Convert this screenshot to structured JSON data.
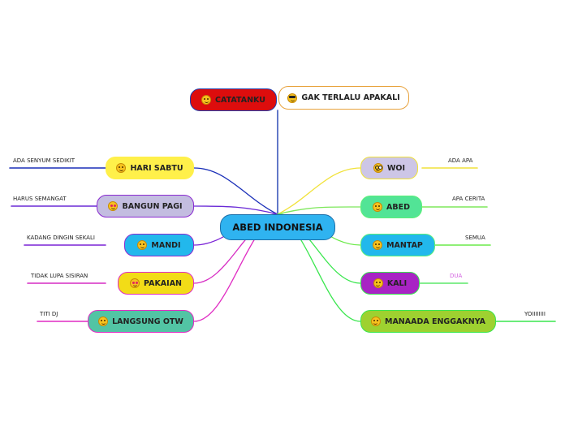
{
  "root": {
    "label": "ABED INDONESIA",
    "color": "#2fb3f0",
    "border": "#1c6ea8"
  },
  "top_nodes": [
    {
      "id": "catatanku",
      "label": "CATATANKU",
      "icon": "emoji-icon",
      "fill": "#dd0d0d",
      "border": "#1f3fb0",
      "line": "#1f3fb0"
    },
    {
      "id": "gak-terlalu-apakali",
      "label": "GAK TERLALU APAKALI",
      "icon": "cool-emoji-icon",
      "fill": "#ffffff",
      "border": "#e8a23c",
      "line": "#1f3fb0"
    }
  ],
  "left_branches": [
    {
      "id": "hari-sabtu",
      "label": "HARI SABTU",
      "icon": "grin-emoji-icon",
      "fill": "#fff04a",
      "border": "#fff04a",
      "line": "#1a2fb8",
      "leaf": "ADA SENYUM SEDIKIT"
    },
    {
      "id": "bangun-pagi",
      "label": "BANGUN PAGI",
      "icon": "heart-eyes-emoji-icon",
      "fill": "#c3bde0",
      "border": "#8a2ad0",
      "line": "#6a2ad6",
      "leaf": "HARUS SEMANGAT"
    },
    {
      "id": "mandi",
      "label": "MANDI",
      "icon": "wink-emoji-icon",
      "fill": "#22b8ec",
      "border": "#8a2ad0",
      "line": "#7a22d6",
      "leaf": "KADANG DINGIN SEKALI"
    },
    {
      "id": "pakaian",
      "label": "PAKAIAN",
      "icon": "star-eyes-emoji-icon",
      "fill": "#f2dc17",
      "border": "#e02cc3",
      "line": "#d62cc3",
      "leaf": "TIDAK LUPA SISIRAN"
    },
    {
      "id": "langsung-otw",
      "label": "LANGSUNG OTW",
      "icon": "squint-emoji-icon",
      "fill": "#52c4a4",
      "border": "#e02cc3",
      "line": "#e02cc3",
      "leaf": "TITI DJ"
    }
  ],
  "right_branches": [
    {
      "id": "woi",
      "label": "WOI",
      "icon": "nerd-emoji-icon",
      "fill": "#cdc6e6",
      "border": "#f1e23a",
      "line": "#f1e23a",
      "leaf": "ADA APA"
    },
    {
      "id": "abed",
      "label": "ABED",
      "icon": "relieved-emoji-icon",
      "fill": "#52e496",
      "border": "#5cf078",
      "line": "#7ee85c",
      "leaf": "APA CERITA"
    },
    {
      "id": "mantap",
      "label": "MANTAP",
      "icon": "kiss-emoji-icon",
      "fill": "#22b8ec",
      "border": "#5cf078",
      "line": "#6aea48",
      "leaf": "SEMUA"
    },
    {
      "id": "kali",
      "label": "KALI",
      "icon": "hug-emoji-icon",
      "fill": "#a824c4",
      "border": "#3ae64e",
      "line": "#3ae64e",
      "leaf": "DUA"
    },
    {
      "id": "manaada-enggaknya",
      "label": "MANAADA ENGGAKNYA",
      "icon": "tongue-emoji-icon",
      "fill": "#9ed130",
      "border": "#3ae64e",
      "line": "#3ae64e",
      "leaf": "YOIIIIIIII"
    }
  ],
  "colors": {
    "kali_leaf_text": "#d35fe0",
    "kali_leaf_line": "#5ce86a"
  }
}
